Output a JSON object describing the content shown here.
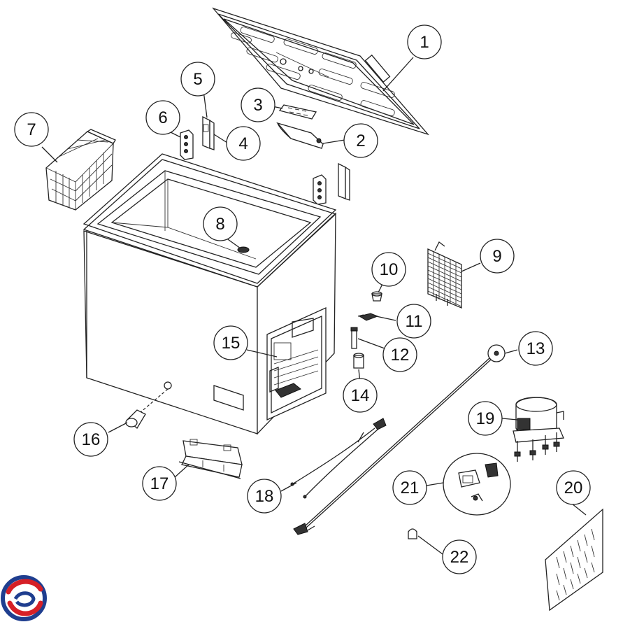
{
  "diagram": {
    "callouts": [
      {
        "number": "1"
      },
      {
        "number": "2"
      },
      {
        "number": "3"
      },
      {
        "number": "4"
      },
      {
        "number": "5"
      },
      {
        "number": "6"
      },
      {
        "number": "7"
      },
      {
        "number": "8"
      },
      {
        "number": "9"
      },
      {
        "number": "10"
      },
      {
        "number": "11"
      },
      {
        "number": "12"
      },
      {
        "number": "13"
      },
      {
        "number": "14"
      },
      {
        "number": "15"
      },
      {
        "number": "16"
      },
      {
        "number": "17"
      },
      {
        "number": "18"
      },
      {
        "number": "19"
      },
      {
        "number": "20"
      },
      {
        "number": "21"
      },
      {
        "number": "22"
      }
    ],
    "logo": {
      "colors": [
        "#1f3e8f",
        "#d62027"
      ]
    }
  }
}
